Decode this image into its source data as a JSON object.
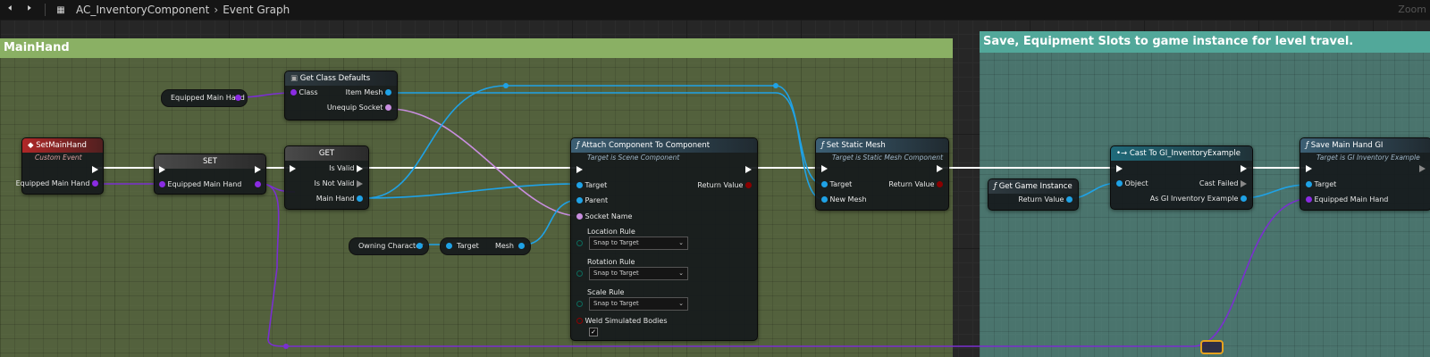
{
  "toolbar": {
    "back_icon": "arrow-left-icon",
    "forward_icon": "arrow-right-icon",
    "blueprint_icon": "blueprint-tree-icon",
    "breadcrumb": [
      "AC_InventoryComponent",
      "Event Graph"
    ],
    "zoom_label": "Zoom"
  },
  "comments": {
    "mainhand": "MainHand",
    "save": "Save, Equipment Slots to game instance for level travel."
  },
  "nodes": {
    "get_class_defaults": {
      "title": "Get Class Defaults",
      "class_pin": "Class",
      "item_mesh": "Item Mesh",
      "unequip_socket": "Unequip Socket"
    },
    "equipped_main_hand_getter": "Equipped Main Hand",
    "set_main_hand": {
      "title": "SetMainHand",
      "subtitle": "Custom Event",
      "out_pin": "Equipped Main Hand"
    },
    "set": {
      "title": "SET",
      "pin": "Equipped Main Hand"
    },
    "get": {
      "title": "GET",
      "is_valid": "Is Valid",
      "is_not_valid": "Is Not Valid",
      "main_hand": "Main Hand"
    },
    "attach": {
      "title": "Attach Component To Component",
      "subtitle": "Target is Scene Component",
      "target": "Target",
      "parent": "Parent",
      "socket_name": "Socket Name",
      "return_value": "Return Value",
      "location_rule": "Location Rule",
      "rotation_rule": "Rotation Rule",
      "scale_rule": "Scale Rule",
      "location_value": "Snap to Target",
      "rotation_value": "Snap to Target",
      "scale_value": "Snap to Target",
      "weld": "Weld Simulated Bodies",
      "weld_checked": "✓"
    },
    "owning_character": "Owning Character",
    "mesh_getter": {
      "target": "Target",
      "mesh": "Mesh"
    },
    "set_static_mesh": {
      "title": "Set Static Mesh",
      "subtitle": "Target is Static Mesh Component",
      "target": "Target",
      "new_mesh": "New Mesh",
      "return_value": "Return Value"
    },
    "get_game_instance": {
      "title": "Get Game Instance",
      "return_value": "Return Value"
    },
    "cast": {
      "title": "Cast To GI_InventoryExample",
      "object": "Object",
      "cast_failed": "Cast Failed",
      "as_gi": "As GI Inventory Example"
    },
    "save_main_hand": {
      "title": "Save Main Hand GI",
      "subtitle": "Target is GI Inventory Example",
      "target": "Target",
      "equipped": "Equipped Main Hand"
    }
  },
  "colors": {
    "object_pin": "#1fa2e6",
    "struct_pin": "#8a2be2",
    "name_pin": "#c98ee0",
    "exec_pin": "#ffffff",
    "comment_green": "#8ab064",
    "comment_teal": "#52a89a",
    "reroute_highlight": "#e6a21e"
  }
}
